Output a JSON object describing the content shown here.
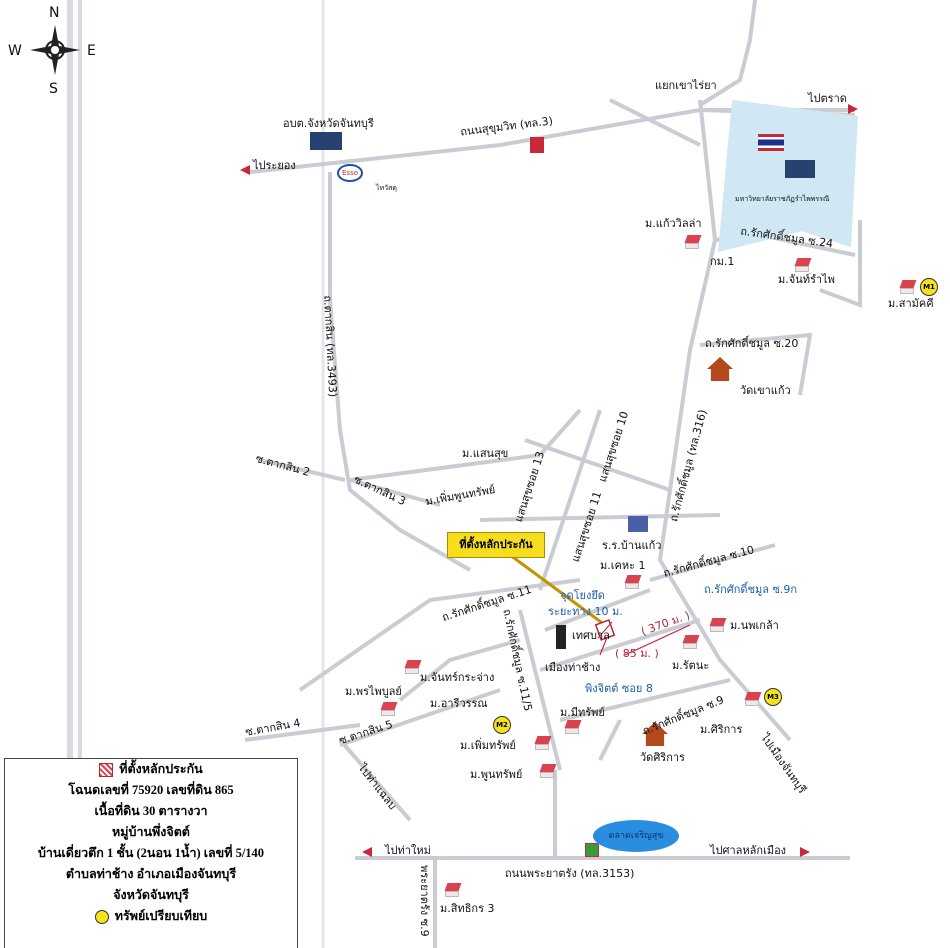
{
  "compass": {
    "n": "N",
    "s": "S",
    "e": "E",
    "w": "W"
  },
  "roads": {
    "sukhumvit": "ถนนสุขุมวิท (ทล.3)",
    "taksin": "ถ.ตากสิน (ทล.3493)",
    "rak316": "ถ.รักศักดิ์ชมูล (ทล.316)",
    "rak24": "ถ.รักศักดิ์ชมูล ซ.24",
    "rak20": "ถ.รักศักดิ์ชมูล ซ.20",
    "rak10": "ถ.รักศักดิ์ชมูล ซ.10",
    "rak11": "ถ.รักศักดิ์ชมูล ซ.11",
    "rak115": "ถ.รักศักดิ์ชมูล ซ.11/5",
    "rak9k": "ถ.รักศักดิ์ชมูล ซ.9ก",
    "rak9": "ถ.รักศักดิ์ชมูล ซ.9",
    "saensuk10": "แสนสุขซอย 10",
    "saensuk11": "แสนสุขซอย 11",
    "saensuk13": "แสนสุขซอย 13",
    "taksin2": "ซ.ตากสิน 2",
    "taksin3": "ซ.ตากสิน 3",
    "taksin4": "ซ.ตากสิน 4",
    "taksin5": "ซ.ตากสิน 5",
    "phraya": "ถนนพระยาตรัง (ทล.3153)",
    "phraya9": "พระยาตรัง ซ.9",
    "pingjit8": "พิงจิตต์ ซอย 8"
  },
  "directions": {
    "rayong": "ไประยอง",
    "trat": "ไปตราด",
    "chanthaburi": "ไปเมืองจันทบุรี",
    "thachalaep": "ไปท่าแฉลบ",
    "thamai": "ไปท่าใหม่",
    "lakmueang": "ไปศาลหลักเมือง"
  },
  "places": {
    "junction": "แยกเขาไร่ยา",
    "sao": "อบต.จังหวัดจันทบุรี",
    "esso": "Esso",
    "thaiwatsadu": "ไทวัสดุ",
    "university": "มหาวิทยาลัยราชภัฏรำไพพรรณี",
    "km1": "กม.1",
    "watkhaokaeo": "วัดเขาแก้ว",
    "school": "ร.ร.บ้านแก้ว",
    "municipal1": "เทศบาล",
    "municipal2": "เมืองท่าช้าง",
    "watsirikan": "วัดศิริการ",
    "market": "ตลาดเจริญสุข"
  },
  "villages": {
    "kaeovilla": "ม.แก้ววิลล่า",
    "chanramphai": "ม.จันท์รำไพ",
    "samakkhi": "ม.สามัคคี",
    "saensuk": "ม.แสนสุข",
    "phoemphun": "ม.เพิ่มพูนทรัพย์",
    "kheha1": "ม.เคหะ 1",
    "noppakao": "ม.นพเกล้า",
    "rattana": "ม.รัตนะ",
    "chankrachang": "ม.จันทร์กระจ่าง",
    "areewan": "ม.อารีวรรณ",
    "pornpaiboon": "ม.พรไพบูลย์",
    "meesap": "ม.มีทรัพย์",
    "sirikan": "ม.ศิริการ",
    "phoemsap": "ม.เพิ่มทรัพย์",
    "phunsap": "ม.พูนทรัพย์",
    "sitthikorn3": "ม.สิทธิกร 3"
  },
  "markers": {
    "m1": "M1",
    "m2": "M2",
    "m3": "M3"
  },
  "site": {
    "callout": "ที่ตั้งหลักประกัน",
    "anchor": "จุดโยงยึด",
    "distance": "ระยะทาง 10 ม.",
    "d85": "( 85 ม. )",
    "d370": "( 370 ม. )"
  },
  "legend": {
    "site": "ที่ตั้งหลักประกัน",
    "deed": "โฉนดเลขที่ 75920 เลขที่ดิน 865",
    "area": "เนื้อที่ดิน 30 ตารางวา",
    "village": "หมู่บ้านพึ่งจิตต์",
    "house": "บ้านเดี่ยวตึก 1 ชั้น (2นอน 1น้ำ) เลขที่ 5/140",
    "district": "ตำบลท่าช้าง อำเภอเมืองจันทบุรี",
    "province": "จังหวัดจันทบุรี",
    "comparable": "ทรัพย์เปรียบเทียบ"
  }
}
